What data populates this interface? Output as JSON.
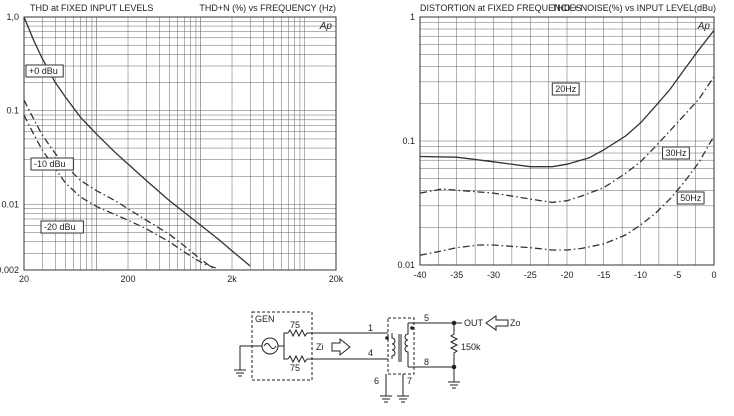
{
  "chart_data": [
    {
      "type": "line",
      "title": "THD at FIXED INPUT LEVELS",
      "subtitle": "THD+N (%) vs FREQUENCY (Hz)",
      "watermark": "Ap",
      "x_scale": "log",
      "y_scale": "log",
      "xlim": [
        20,
        20000
      ],
      "ylim": [
        0.002,
        1
      ],
      "x_ticks": [
        20,
        200,
        2000,
        20000
      ],
      "x_tick_labels": [
        "20",
        "200",
        "2k",
        "20k"
      ],
      "y_ticks": [
        1,
        0.1,
        0.01,
        0.002
      ],
      "y_tick_labels": [
        "1,0",
        "0.1",
        "0.01",
        "0.002"
      ],
      "grid": true,
      "series": [
        {
          "name": "+0 dBu",
          "style": "solid",
          "x": [
            20,
            25,
            30,
            40,
            50,
            70,
            100,
            150,
            200,
            300,
            500,
            700,
            1000,
            1500,
            2000,
            2500,
            3000
          ],
          "y": [
            1.0,
            0.55,
            0.36,
            0.2,
            0.14,
            0.085,
            0.056,
            0.036,
            0.027,
            0.018,
            0.011,
            0.0082,
            0.006,
            0.0042,
            0.0032,
            0.0026,
            0.0022
          ]
        },
        {
          "name": "-10 dBu",
          "style": "dashdot",
          "x": [
            20,
            25,
            30,
            40,
            50,
            70,
            100,
            150,
            200,
            300,
            500,
            700,
            1000,
            1300
          ],
          "y": [
            0.13,
            0.08,
            0.055,
            0.035,
            0.026,
            0.018,
            0.014,
            0.011,
            0.009,
            0.0068,
            0.0048,
            0.0036,
            0.0026,
            0.0021
          ]
        },
        {
          "name": "-20 dBu",
          "style": "dashdot",
          "x": [
            20,
            25,
            30,
            40,
            50,
            70,
            100,
            150,
            200,
            300,
            500,
            700,
            900,
            1100,
            1400
          ],
          "y": [
            0.09,
            0.055,
            0.038,
            0.024,
            0.017,
            0.012,
            0.0095,
            0.0078,
            0.0068,
            0.0055,
            0.004,
            0.0031,
            0.0026,
            0.0023,
            0.0021
          ]
        }
      ]
    },
    {
      "type": "line",
      "title": "DISTORTION at FIXED FREQUENCIES",
      "subtitle": "THD + NOISE(%) vs INPUT LEVEL(dBu)",
      "watermark": "Ap",
      "x_scale": "linear",
      "y_scale": "log",
      "xlim": [
        -40,
        0
      ],
      "ylim": [
        0.01,
        1
      ],
      "x_ticks": [
        -40,
        -35,
        -30,
        -25,
        -20,
        -15,
        -10,
        -5,
        0
      ],
      "x_tick_labels": [
        "-40",
        "-35",
        "-30",
        "-25",
        "-20",
        "-15",
        "-10",
        "-5",
        "0"
      ],
      "y_ticks": [
        1,
        0.1,
        0.01
      ],
      "y_tick_labels": [
        "1",
        "0.1",
        "0.01"
      ],
      "grid": true,
      "series": [
        {
          "name": "20Hz",
          "style": "solid",
          "x": [
            -40,
            -35,
            -30,
            -25,
            -22,
            -20,
            -17,
            -15,
            -12,
            -10,
            -8,
            -6,
            -4,
            -2,
            0
          ],
          "y": [
            0.075,
            0.074,
            0.068,
            0.062,
            0.062,
            0.065,
            0.073,
            0.085,
            0.11,
            0.14,
            0.19,
            0.26,
            0.38,
            0.55,
            0.78
          ]
        },
        {
          "name": "30Hz",
          "style": "dashdot",
          "x": [
            -40,
            -37,
            -35,
            -30,
            -25,
            -22,
            -20,
            -18,
            -15,
            -12,
            -10,
            -8,
            -5,
            -2,
            0
          ],
          "y": [
            0.038,
            0.041,
            0.04,
            0.038,
            0.034,
            0.032,
            0.033,
            0.036,
            0.042,
            0.055,
            0.068,
            0.09,
            0.14,
            0.22,
            0.33
          ]
        },
        {
          "name": "50Hz",
          "style": "dashdot",
          "x": [
            -40,
            -37,
            -35,
            -32,
            -30,
            -25,
            -22,
            -20,
            -18,
            -15,
            -12,
            -10,
            -8,
            -6,
            -4,
            -2,
            0
          ],
          "y": [
            0.012,
            0.013,
            0.0138,
            0.0145,
            0.0145,
            0.0138,
            0.0132,
            0.0132,
            0.0136,
            0.0148,
            0.0175,
            0.021,
            0.026,
            0.034,
            0.047,
            0.068,
            0.11
          ]
        }
      ]
    }
  ],
  "schematic": {
    "gen_label": "GEN",
    "r_top": "75",
    "r_bottom": "75",
    "zi_label": "Zi",
    "pin_1": "1",
    "pin_4": "4",
    "pin_5": "5",
    "pin_6": "6",
    "pin_7": "7",
    "pin_8": "8",
    "out_label": "OUT",
    "zo_label": "Zo",
    "load_label": "150k"
  }
}
